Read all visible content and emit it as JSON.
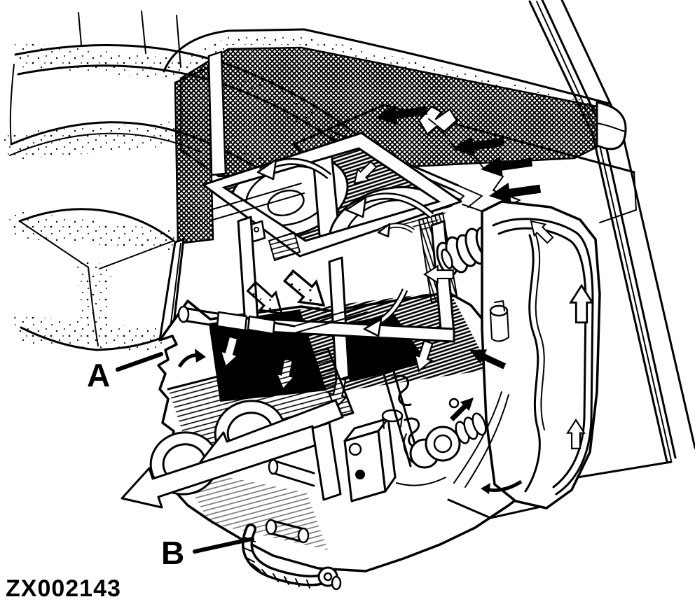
{
  "illustration": {
    "figure_code": "ZX002143",
    "callouts": {
      "a": "A",
      "b": "B"
    },
    "colors": {
      "ink": "#000000",
      "paper": "#ffffff"
    },
    "icons": {
      "solid_arrow": "airflow-out-arrow",
      "outline_arrow": "airflow-path-arrow",
      "curved_arrow": "blower-rotation-arrow"
    }
  }
}
